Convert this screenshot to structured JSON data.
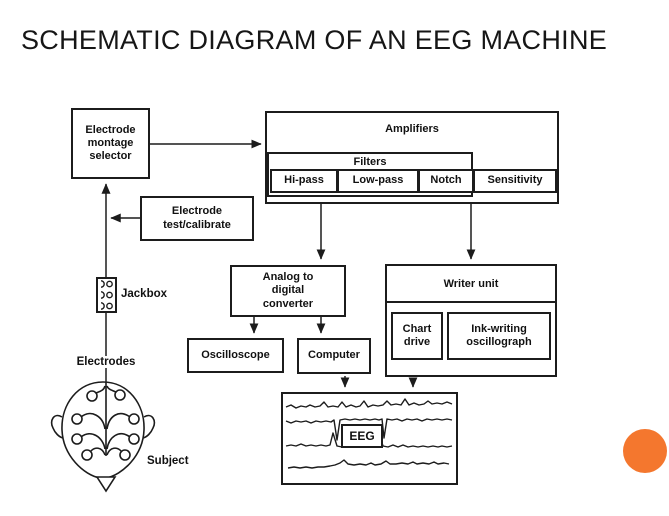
{
  "title": "SCHEMATIC DIAGRAM OF AN EEG MACHINE",
  "boxes": {
    "montage_selector": "Electrode\nmontage\nselector",
    "amplifiers": "Amplifiers",
    "filters": "Filters",
    "hi_pass": "Hi-pass",
    "low_pass": "Low-pass",
    "notch": "Notch",
    "sensitivity": "Sensitivity",
    "test_calibrate": "Electrode\ntest/calibrate",
    "adc": "Analog to\ndigital\nconverter",
    "writer_unit": "Writer unit",
    "chart_drive": "Chart\ndrive",
    "ink_writing": "Ink-writing\noscillograph",
    "oscilloscope": "Oscilloscope",
    "computer": "Computer",
    "eeg": "EEG"
  },
  "labels": {
    "jackbox": "Jackbox",
    "electrodes": "Electrodes",
    "subject": "Subject"
  },
  "colors": {
    "accent_circle": "#F4772E",
    "line": "#1C1C1C"
  }
}
